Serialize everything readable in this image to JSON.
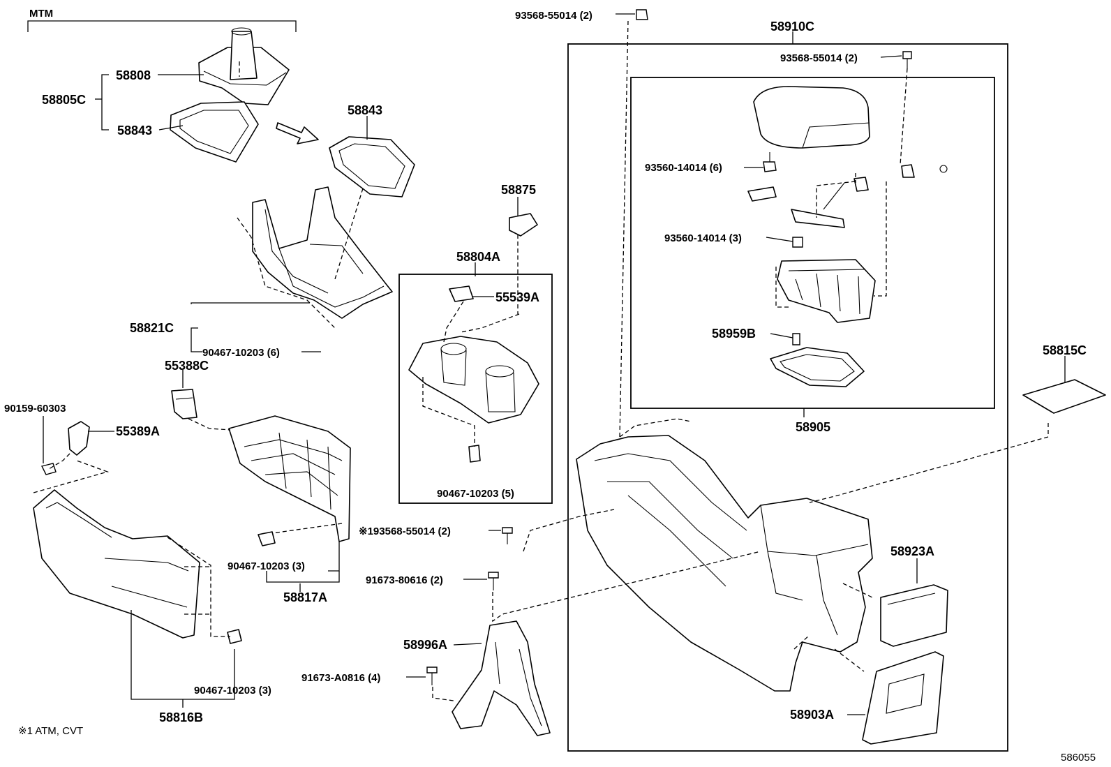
{
  "diagram_id": "586055",
  "footnote": "※1 ATM, CVT",
  "groups": {
    "mtm": "MTM",
    "assembly_58910C": "58910C",
    "sub_assembly_58905": "58905"
  },
  "labels": {
    "p58808": "58808",
    "p58805C": "58805C",
    "p58843_a": "58843",
    "p58843_b": "58843",
    "p58875": "58875",
    "p58804A": "58804A",
    "p55539A": "55539A",
    "p58821C": "58821C",
    "p90467_6": "90467-10203 (6)",
    "p55388C": "55388C",
    "p90159": "90159-60303",
    "p55389A": "55389A",
    "p90467_5": "90467-10203 (5)",
    "p193568": "※193568-55014 (2)",
    "p90467_3a": "90467-10203 (3)",
    "p58817A": "58817A",
    "p91673_80616": "91673-80616 (2)",
    "p58996A": "58996A",
    "p91673_A0816": "91673-A0816 (4)",
    "p90467_3b": "90467-10203 (3)",
    "p58816B": "58816B",
    "p93568_top": "93568-55014 (2)",
    "p93568_in": "93568-55014 (2)",
    "p93560_6": "93560-14014 (6)",
    "p93560_3": "93560-14014 (3)",
    "p58959B": "58959B",
    "p58815C": "58815C",
    "p58923A": "58923A",
    "p58903A": "58903A"
  },
  "icons": [
    "bolt-icon",
    "clip-icon",
    "arrow-icon"
  ]
}
